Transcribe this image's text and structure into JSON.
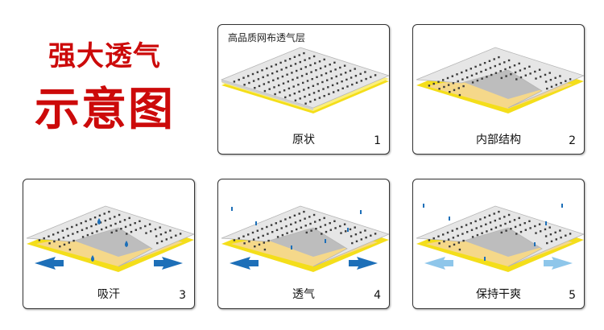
{
  "heading": {
    "line1": "强大透气",
    "line2": "示意图"
  },
  "panels": [
    {
      "caption": "原状",
      "number": "1",
      "label": "高品质网布透气层"
    },
    {
      "caption": "内部结构",
      "number": "2"
    },
    {
      "caption": "吸汗",
      "number": "3"
    },
    {
      "caption": "透气",
      "number": "4"
    },
    {
      "caption": "保持干爽",
      "number": "5"
    }
  ],
  "colors": {
    "title": "#cc0a0a",
    "mesh_top": "#e6e6e6",
    "mesh_edge": "#cfcfcf",
    "yellow": "#f4de1a",
    "core": "#f5d88a",
    "inner": "#bdbdbd",
    "arrow_dark": "#1d6fb8",
    "arrow_light": "#8ec6ea"
  }
}
